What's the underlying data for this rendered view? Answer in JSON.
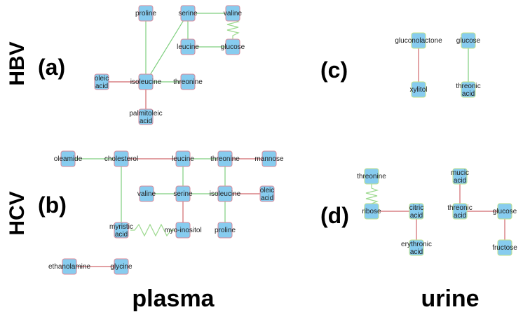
{
  "labels": {
    "hbv": "HBV",
    "hcv": "HCV",
    "a": "(a)",
    "b": "(b)",
    "c": "(c)",
    "d": "(d)",
    "plasma": "plasma",
    "urine": "urine"
  },
  "colors": {
    "node_fill": "#87ccef",
    "node_border_red": "#d98a9a",
    "node_border_green": "#bfe08a",
    "edge_green": "#7fcf7f",
    "edge_red": "#d0686c",
    "edge_zigzag": "#9dd98f"
  },
  "nodes": {
    "a_proline": "proline",
    "a_serine": "serine",
    "a_valine": "valine",
    "a_leucine": "leucine",
    "a_glucose": "glucose",
    "a_oleic": "oleic acid",
    "a_isoleucine": "isoleucine",
    "a_threonine": "threonine",
    "a_palmitoleic": "palmitoleic acid",
    "c_gluconolactone": "gluconolactone",
    "c_glucose": "glucose",
    "c_xylitol": "xylitol",
    "c_threonic": "threonic acid",
    "b_oleamide": "oleamide",
    "b_cholesterol": "cholesterol",
    "b_leucine": "leucine",
    "b_threonine": "threonine",
    "b_mannose": "mannose",
    "b_valine": "valine",
    "b_serine": "serine",
    "b_isoleucine": "isoleucine",
    "b_oleic": "oleic acid",
    "b_myristic": "myristic acid",
    "b_myo": "myo-inositol",
    "b_proline": "proline",
    "b_ethanolamine": "ethanolamine",
    "b_glycine": "glycine",
    "d_threonine": "threonine",
    "d_ribose": "ribose",
    "d_citric": "citric acid",
    "d_erythronic": "erythronic acid",
    "d_mucic": "mucic acid",
    "d_threonic": "threonic acid",
    "d_glucose": "glucose",
    "d_fructose": "fructose"
  }
}
